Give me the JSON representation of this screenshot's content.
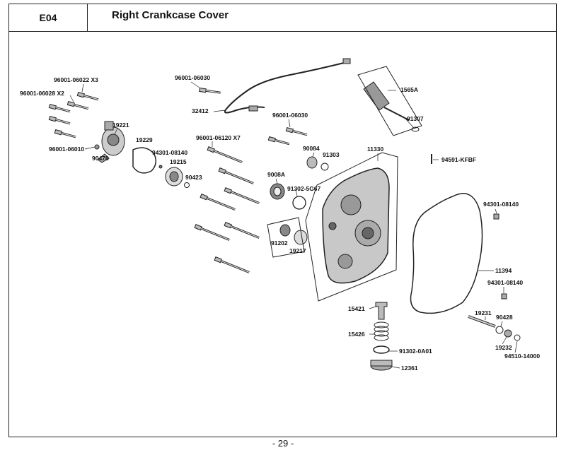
{
  "header": {
    "code": "E04",
    "title": "Right Crankcase Cover"
  },
  "footer": {
    "page": "- 29 -"
  },
  "parts": {
    "p1": "96001-06022 X3",
    "p2": "96001-06028 X2",
    "p3": "96001-06010",
    "p4": "90478",
    "p5": "19221",
    "p6": "19229",
    "p7": "94301-08140",
    "p8": "19215",
    "p9": "90423",
    "p10": "96001-06030",
    "p11": "32412",
    "p12": "96001-06030",
    "p13": "96001-06120 X7",
    "p14": "90084",
    "p15": "91303",
    "p16": "11330",
    "p17": "9008A",
    "p18": "91302-5G67",
    "p19": "91202",
    "p20": "19217",
    "p21": "1565A",
    "p22": "91307",
    "p23": "94591-KFBF",
    "p24": "94301-08140",
    "p25": "11394",
    "p26": "94301-08140",
    "p27": "15421",
    "p28": "15426",
    "p29": "91302-0A01",
    "p30": "12361",
    "p31": "19231",
    "p32": "90428",
    "p33": "19232",
    "p34": "94510-14000"
  }
}
